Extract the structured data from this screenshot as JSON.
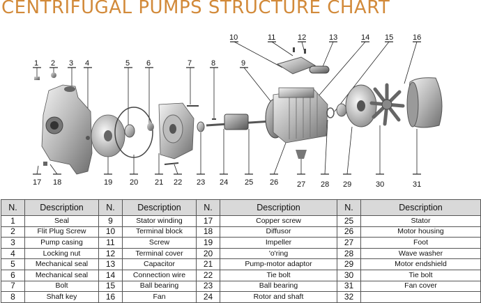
{
  "title": "CENTRIFUGAL PUMPS STRUCTURE CHART",
  "callout_numbers": [
    "1",
    "2",
    "3",
    "4",
    "5",
    "6",
    "7",
    "8",
    "9",
    "10",
    "11",
    "12",
    "13",
    "14",
    "15",
    "16",
    "17",
    "18",
    "19",
    "20",
    "21",
    "22",
    "23",
    "24",
    "25",
    "26",
    "27",
    "28",
    "29",
    "30",
    "31"
  ],
  "table": {
    "headers": [
      "N.",
      "Description",
      "N.",
      "Description",
      "N.",
      "Description",
      "N.",
      "Description"
    ],
    "rows": [
      [
        [
          "1",
          "Seal"
        ],
        [
          "9",
          "Stator winding"
        ],
        [
          "17",
          "Copper screw"
        ],
        [
          "25",
          "Stator"
        ]
      ],
      [
        [
          "2",
          "Flit Plug Screw"
        ],
        [
          "10",
          "Terminal block"
        ],
        [
          "18",
          "Diffusor"
        ],
        [
          "26",
          "Motor housing"
        ]
      ],
      [
        [
          "3",
          "Pump casing"
        ],
        [
          "11",
          "Screw"
        ],
        [
          "19",
          "Impeller"
        ],
        [
          "27",
          "Foot"
        ]
      ],
      [
        [
          "4",
          "Locking nut"
        ],
        [
          "12",
          "Terminal cover"
        ],
        [
          "20",
          "'o'ring"
        ],
        [
          "28",
          "Wave washer"
        ]
      ],
      [
        [
          "5",
          "Mechanical seal"
        ],
        [
          "13",
          "Capacitor"
        ],
        [
          "21",
          "Pump-motor adaptor"
        ],
        [
          "29",
          "Motor endshield"
        ]
      ],
      [
        [
          "6",
          "Mechanical seal"
        ],
        [
          "14",
          "Connection wire"
        ],
        [
          "22",
          "Tie bolt"
        ],
        [
          "30",
          "Tie bolt"
        ]
      ],
      [
        [
          "7",
          "Bolt"
        ],
        [
          "15",
          "Ball bearing"
        ],
        [
          "23",
          "Ball bearing"
        ],
        [
          "31",
          "Fan cover"
        ]
      ],
      [
        [
          "8",
          "Shaft key"
        ],
        [
          "16",
          "Fan"
        ],
        [
          "24",
          "Rotor and shaft"
        ],
        [
          "32",
          ""
        ]
      ]
    ]
  },
  "colors": {
    "title": "#d28a3a",
    "header_bg": "#d9d9d9",
    "metal": "#b9b9b9"
  }
}
